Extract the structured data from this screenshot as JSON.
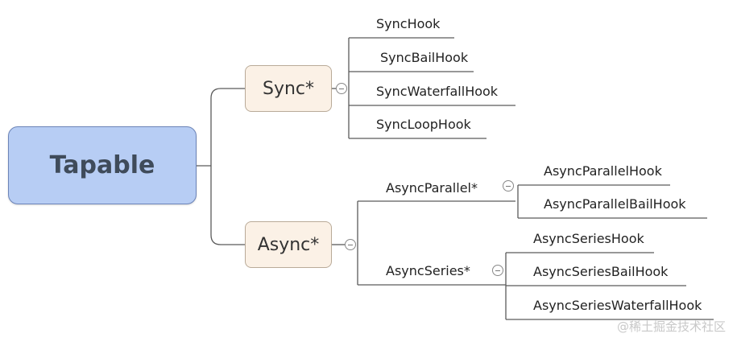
{
  "root": {
    "label": "Tapable"
  },
  "sync": {
    "label": "Sync*",
    "hooks": [
      "SyncHook",
      "SyncBailHook",
      "SyncWaterfallHook",
      "SyncLoopHook"
    ]
  },
  "async": {
    "label": "Async*",
    "parallel": {
      "label": "AsyncParallel*",
      "hooks": [
        "AsyncParallelHook",
        "AsyncParallelBailHook"
      ]
    },
    "series": {
      "label": "AsyncSeries*",
      "hooks": [
        "AsyncSeriesHook",
        "AsyncSeriesBailHook",
        "AsyncSeriesWaterfallHook"
      ]
    }
  },
  "watermark": "@稀土掘金技术社区",
  "colors": {
    "root_fill": "#b7cdf4",
    "branch_fill": "#fbf1e6",
    "line": "#555555"
  }
}
